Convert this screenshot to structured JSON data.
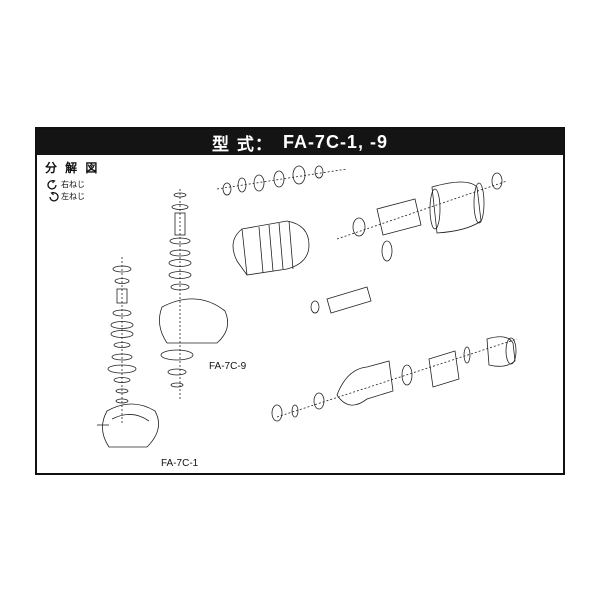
{
  "header": {
    "type_label": "型 式：",
    "model_label": "FA-7C-1, -9"
  },
  "diagram": {
    "heading": "分 解 図",
    "legend": [
      {
        "icon": "arrow-clockwise-icon",
        "label": "右ねじ"
      },
      {
        "icon": "arrow-counterclockwise-icon",
        "label": "左ねじ"
      }
    ],
    "variant_labels": [
      "FA-7C-9",
      "FA-7C-1"
    ]
  },
  "colors": {
    "title_bar": "#141414",
    "title_text": "#ffffff",
    "line": "#222222"
  }
}
